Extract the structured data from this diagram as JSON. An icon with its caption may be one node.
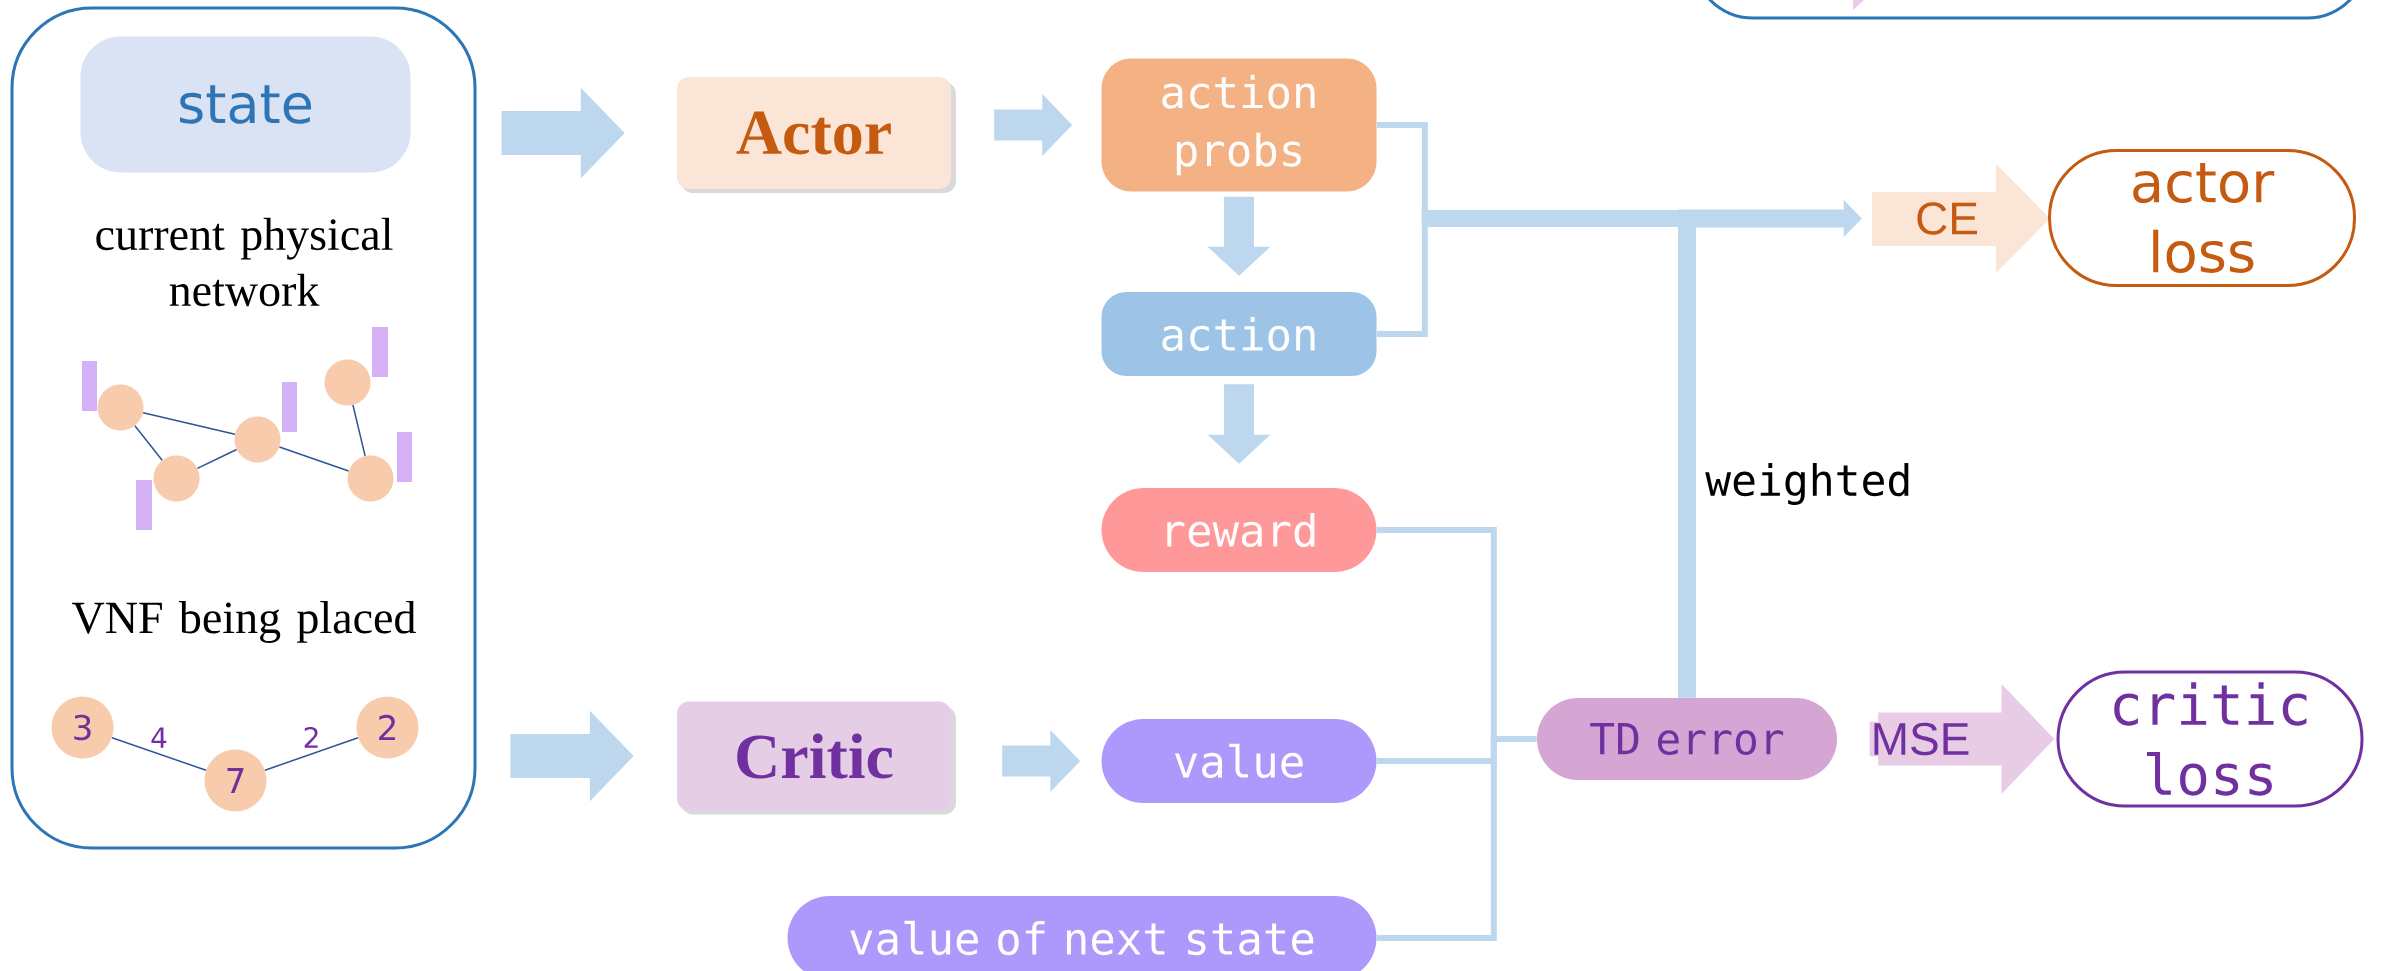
{
  "diagram": {
    "nodes": [
      {
        "text": [
          "current physical network",
          "VNF being placed"
        ]
      },
      {
        "text": [
          "state"
        ],
        "in": 0
      },
      {
        "text": [],
        "shape": "circle",
        "in": 0
      },
      {
        "text": [],
        "shape": "circle",
        "in": 0
      },
      {
        "text": [],
        "shape": "circle",
        "in": 0
      },
      {
        "text": [],
        "shape": "circle",
        "in": 0
      },
      {
        "text": [],
        "shape": "circle",
        "in": 0
      },
      {
        "text": [
          "3"
        ],
        "in": 0
      },
      {
        "text": [
          "7"
        ],
        "in": 0
      },
      {
        "text": [
          "2"
        ],
        "in": 0
      },
      {
        "text": [
          "Actor"
        ]
      },
      {
        "text": [
          "Critic"
        ]
      },
      {
        "text": [
          "action probs"
        ]
      },
      {
        "text": [
          "action"
        ]
      },
      {
        "text": [
          "reward"
        ]
      },
      {
        "text": [
          "value"
        ]
      },
      {
        "text": [
          "value of next state"
        ]
      },
      {
        "text": [
          "CE"
        ]
      },
      {
        "text": [
          "actor loss"
        ]
      },
      {
        "text": [
          "TD error"
        ]
      },
      {
        "text": [
          "critic loss"
        ]
      },
      {
        "text": [],
        "shape": "box"
      }
    ],
    "edges": [
      {
        "from": 2,
        "to": 4,
        "arrow": "none",
        "color": "#2f5597"
      },
      {
        "from": 2,
        "to": 3,
        "arrow": "none",
        "color": "#2f5597"
      },
      {
        "from": 3,
        "to": 4,
        "arrow": "none",
        "color": "#2f5597"
      },
      {
        "from": 4,
        "to": 6,
        "arrow": "none",
        "color": "#2f5597"
      },
      {
        "from": 5,
        "to": 6,
        "arrow": "none",
        "color": "#2f5597"
      },
      {
        "from": 7,
        "to": 8,
        "arrow": "none",
        "label": "4",
        "color": "#2f5597"
      },
      {
        "from": 8,
        "to": 9,
        "arrow": "none",
        "label": "2",
        "color": "#2f5597"
      },
      {
        "from": 0,
        "to": 10,
        "arrow": "to",
        "style": "thick"
      },
      {
        "from": 0,
        "to": 11,
        "arrow": "to",
        "style": "thick"
      },
      {
        "from": 10,
        "to": 12,
        "arrow": "to",
        "style": "thick"
      },
      {
        "from": 11,
        "to": 15,
        "arrow": "to",
        "style": "thick"
      },
      {
        "from": 12,
        "to": 13,
        "arrow": "to",
        "style": "thick"
      },
      {
        "from": 13,
        "to": 14,
        "arrow": "to",
        "style": "thick"
      },
      {
        "from": 12,
        "to": 17,
        "arrow": "to",
        "style": "thick"
      },
      {
        "from": 13,
        "to": 17,
        "arrow": "to",
        "style": "thick"
      },
      {
        "from": 19,
        "to": 17,
        "arrow": "to",
        "style": "thick",
        "label": "weighted"
      },
      {
        "from": 14,
        "to": 19,
        "arrow": "none"
      },
      {
        "from": 15,
        "to": 19,
        "arrow": "none"
      },
      {
        "from": 16,
        "to": 19,
        "arrow": "none"
      },
      {
        "from": 19,
        "to": 20,
        "arrow": "to",
        "style": "thick",
        "label": "MSE"
      }
    ]
  }
}
